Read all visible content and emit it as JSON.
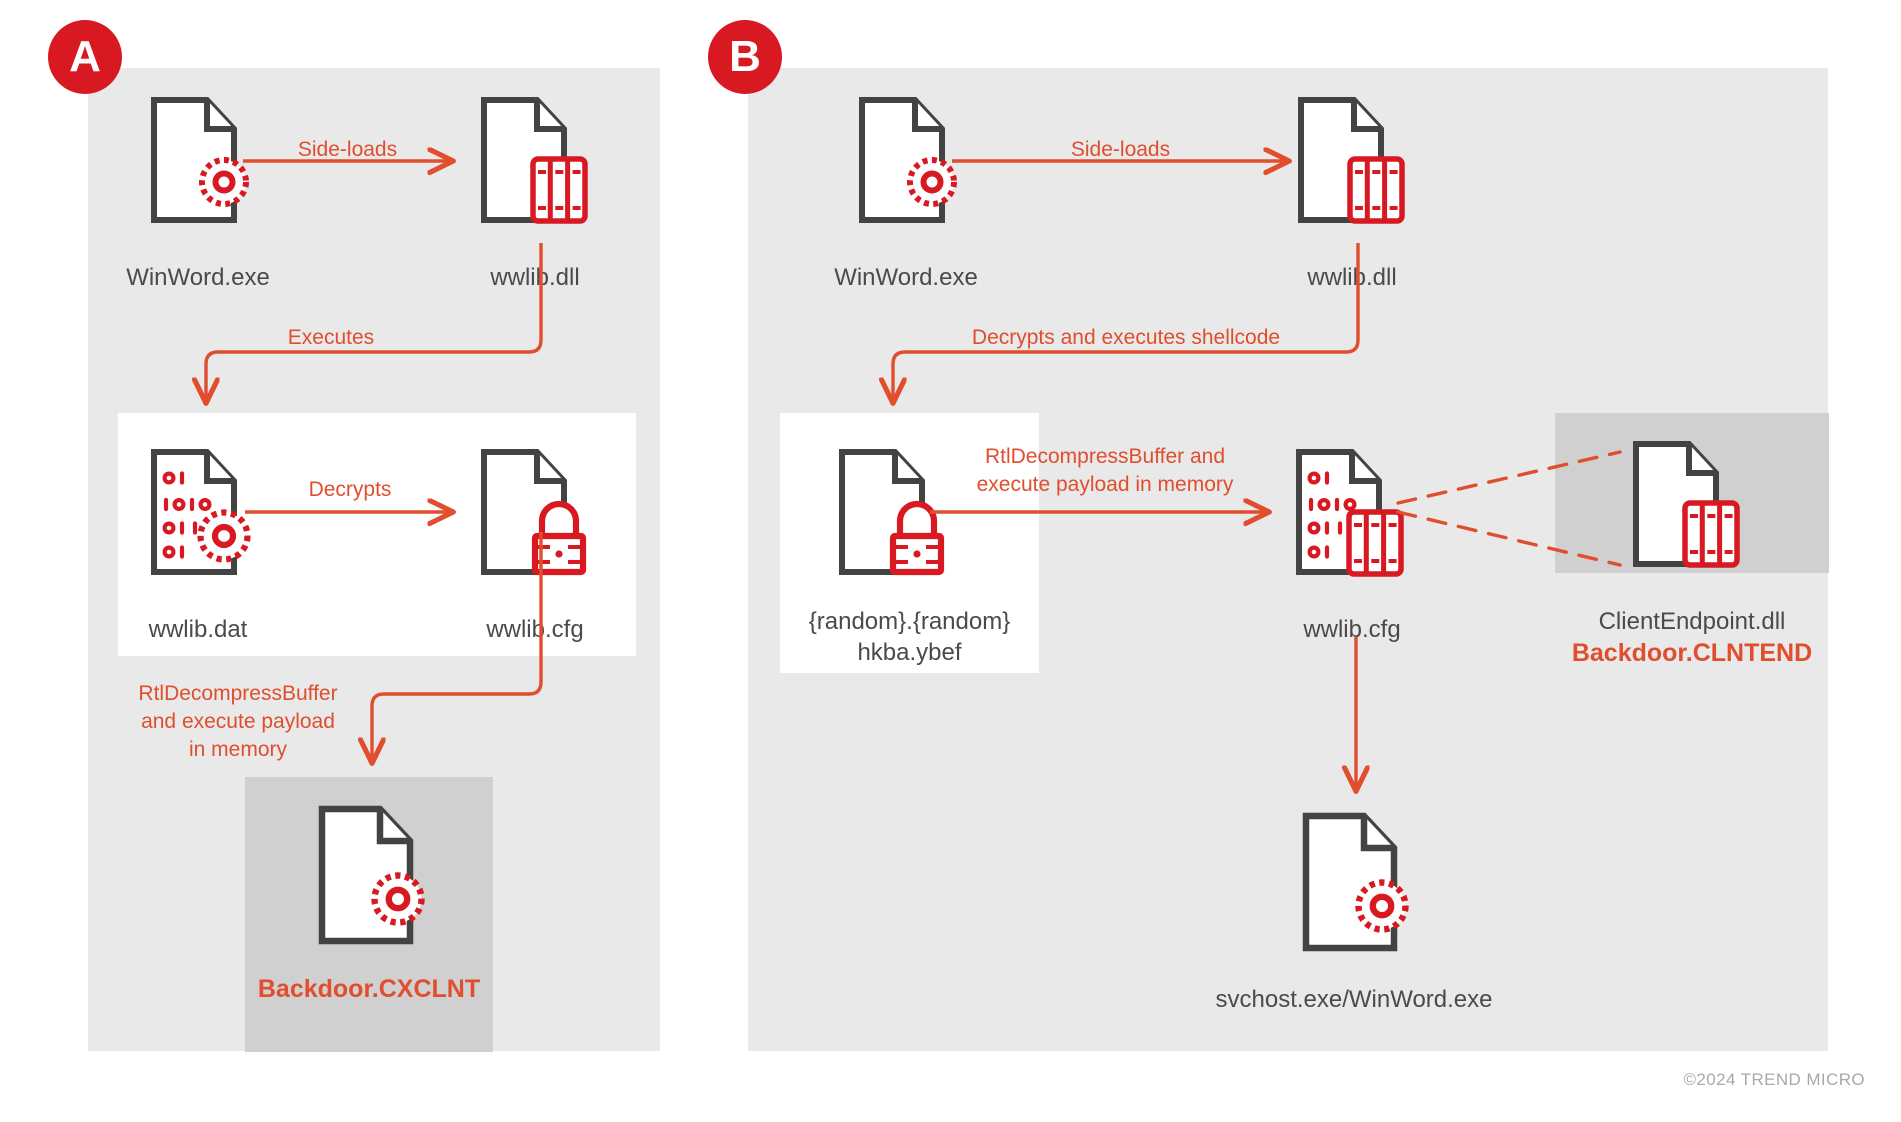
{
  "meta": {
    "copyright": "©2024 TREND MICRO",
    "accent_red": "#e04e2e",
    "icon_red": "#d81921",
    "icon_dark": "#434343",
    "panel_bg": "#e9e9e9",
    "inner_white": "#ffffff",
    "inner_gray": "#d0d0d0"
  },
  "panels": [
    {
      "badge": "A",
      "nodes": [
        {
          "id": "a-winword",
          "label": "WinWord.exe",
          "icon": "file-gear-icon"
        },
        {
          "id": "a-wwlibdll",
          "label": "wwlib.dll",
          "icon": "file-dll-icon"
        },
        {
          "id": "a-wwlibdat",
          "label": "wwlib.dat",
          "icon": "file-binary-gear-icon"
        },
        {
          "id": "a-wwlibcfg",
          "label": "wwlib.cfg",
          "icon": "file-lock-icon"
        },
        {
          "id": "a-backdoor",
          "label": "Backdoor.CXCLNT",
          "icon": "file-gear-icon",
          "malicious": true
        }
      ],
      "connectors": [
        {
          "id": "a-sideloads",
          "text": "Side-loads"
        },
        {
          "id": "a-executes",
          "text": "Executes"
        },
        {
          "id": "a-decrypts",
          "text": "Decrypts"
        },
        {
          "id": "a-rtl",
          "text": "RtlDecompressBuffer\nand execute payload\nin memory"
        }
      ]
    },
    {
      "badge": "B",
      "nodes": [
        {
          "id": "b-winword",
          "label": "WinWord.exe",
          "icon": "file-gear-icon"
        },
        {
          "id": "b-wwlibdll",
          "label": "wwlib.dll",
          "icon": "file-dll-icon"
        },
        {
          "id": "b-random",
          "label": "{random}.{random}\nhkba.ybef",
          "icon": "file-lock-icon"
        },
        {
          "id": "b-wwlibcfg",
          "label": "wwlib.cfg",
          "icon": "file-binary-dll-icon"
        },
        {
          "id": "b-clientendpoint",
          "label": "ClientEndpoint.dll",
          "label2": "Backdoor.CLNTEND",
          "icon": "file-dll-icon",
          "malicious": true
        },
        {
          "id": "b-svchost",
          "label": "svchost.exe/WinWord.exe",
          "icon": "file-gear-icon"
        }
      ],
      "connectors": [
        {
          "id": "b-sideloads",
          "text": "Side-loads"
        },
        {
          "id": "b-decrypts",
          "text": "Decrypts and executes shellcode"
        },
        {
          "id": "b-rtl",
          "text": "RtlDecompressBuffer and\nexecute payload in memory"
        }
      ]
    }
  ]
}
